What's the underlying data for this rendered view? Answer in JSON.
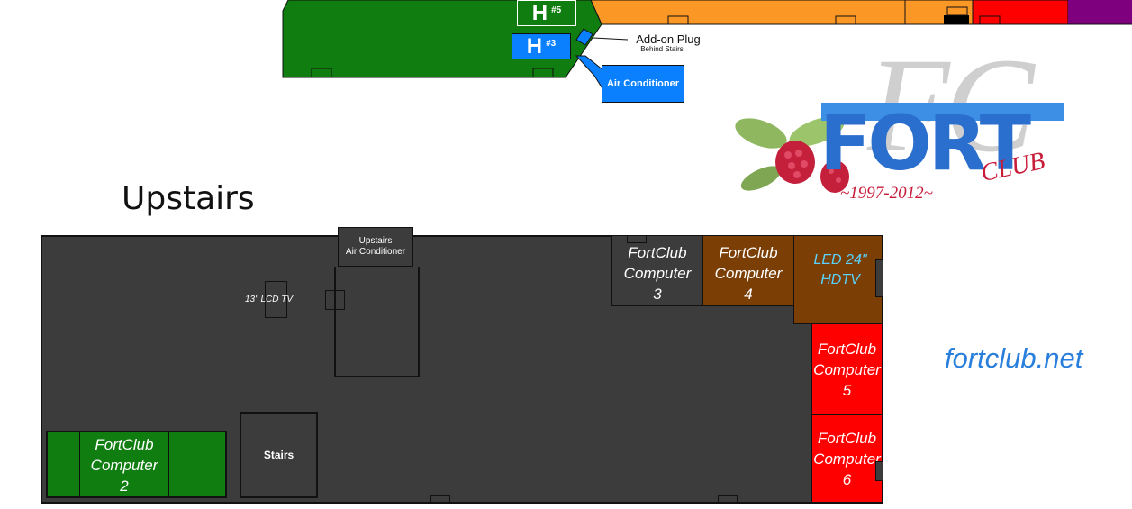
{
  "downstairs": {
    "heater_5": {
      "letter": "H",
      "number": "#5"
    },
    "heater_3": {
      "letter": "H",
      "number": "#3"
    },
    "addon_plug": {
      "title": "Add-on Plug",
      "subtitle": "Behind Stairs"
    },
    "air_conditioner": "Air Conditioner"
  },
  "logo": {
    "fc_letters": "FC",
    "fort": "FORT",
    "club": "CLUB",
    "years": "~1997-2012~"
  },
  "upstairs": {
    "heading": "Upstairs",
    "air_conditioner": {
      "line1": "Upstairs",
      "line2": "Air Conditioner"
    },
    "lcd_tv": "13\" LCD TV",
    "stairs": "Stairs",
    "computers": [
      {
        "id": "2",
        "line1": "FortClub",
        "line2": "Computer",
        "line3": "2"
      },
      {
        "id": "3",
        "line1": "FortClub",
        "line2": "Computer",
        "line3": "3"
      },
      {
        "id": "4",
        "line1": "FortClub",
        "line2": "Computer",
        "line3": "4"
      },
      {
        "id": "5",
        "line1": "FortClub",
        "line2": "Computer",
        "line3": "5"
      },
      {
        "id": "6",
        "line1": "FortClub",
        "line2": "Computer",
        "line3": "6"
      }
    ],
    "hdtv": {
      "line1": "LED 24\"",
      "line2": "HDTV"
    }
  },
  "website": "fortclub.net",
  "colors": {
    "floor": "#3c3c3c",
    "green_area": "#0f7d10",
    "orange_area": "#fb9825",
    "red_area": "#ff0000",
    "purple_area": "#7f007f",
    "brown_area": "#7b3f06",
    "blue_accent": "#0a80ff",
    "hdtv_text": "#5bd3ff",
    "website_text": "#2a7fdc"
  }
}
